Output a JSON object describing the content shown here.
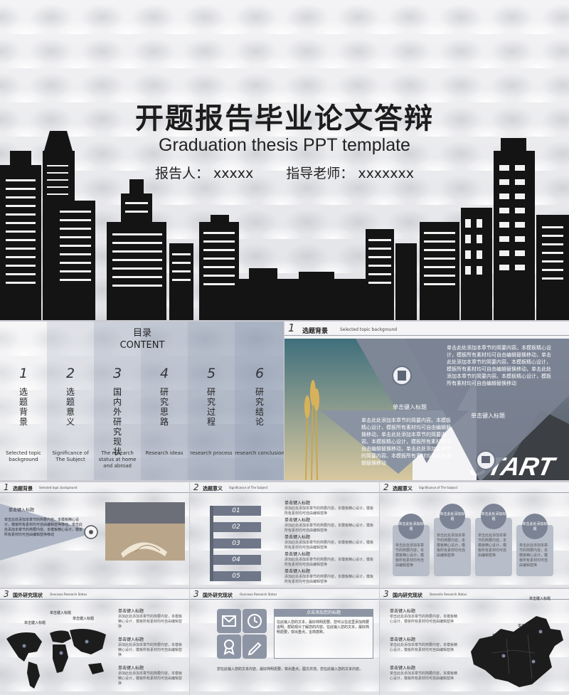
{
  "hero": {
    "title": "开题报告毕业论文答辩",
    "subtitle": "Graduation thesis PPT template",
    "reporter": "报告人： xxxxx",
    "advisor": "指导老师： xxxxxxx"
  },
  "toc": {
    "title_zh": "目录",
    "title_en": "CONTENT",
    "items": [
      {
        "num": "1",
        "zh": "选题背景",
        "en": "Selected topic background"
      },
      {
        "num": "2",
        "zh": "选题意义",
        "en": "Significance of The Subject"
      },
      {
        "num": "3",
        "zh": "国内外研究现状",
        "en": "The research status at home and abroad"
      },
      {
        "num": "4",
        "zh": "研究思路",
        "en": "Research ideas"
      },
      {
        "num": "5",
        "zh": "研究过程",
        "en": "research process"
      },
      {
        "num": "6",
        "zh": "研究结论",
        "en": "research conclusion"
      }
    ]
  },
  "bg_slide": {
    "num": "1",
    "title": "选题背景",
    "title_en": "Selected topic background",
    "text_top": "单击此处添加本章节的简要内容。本模板精心设计，模板所有素材均可自由编辑替换移动，单击此处添加本章节的简要内容。本模板精心设计，模板所有素材均可自由编辑替换移动，单击此处添加本章节的简要内容。本模板精心设计，模板所有素材均可自由编辑替换移动",
    "label_left": "单击键入标题",
    "text_left": "单击此处添加本章节的简要内容。本模板精心设计，模板所有素材均可自由编辑替换移动，单击此处添加本章节的简要内容。本模板精心设计，模板所有素材均可自由编辑替换移动，单击此处添加本章节的简要内容。本模板所有素材均可自由编辑替换移动",
    "label_right": "单击键入标题",
    "road_word": "START"
  },
  "tile_a": {
    "num": "1",
    "title": "选题背景",
    "title_en": "Selected topic background",
    "label": "单击键入标题",
    "text": "单击此处添加本章节的简要内容。本模板精心设计，模板所有素材均可自由编辑替换移动。单击此处添加本章节的简要内容。本模板精心设计，模板所有素材均可自由编辑替换移动"
  },
  "tile_b": {
    "num": "2",
    "title": "选题意义",
    "title_en": "Significance of The Subject",
    "steps": [
      "01",
      "02",
      "03",
      "04",
      "05"
    ],
    "entries": [
      {
        "h": "单击键入标题",
        "t": "添加此处添加本章节的简要内容，本模板精心设计，模板所有素材均可自由编辑替换"
      },
      {
        "h": "单击键入标题",
        "t": "添加此处添加本章节的简要内容，本模板精心设计，模板所有素材均可自由编辑替换"
      },
      {
        "h": "单击键入标题",
        "t": "添加此处添加本章节的简要内容，本模板精心设计，模板所有素材均可自由编辑替换"
      },
      {
        "h": "单击键入标题",
        "t": "添加此处添加本章节的简要内容，本模板精心设计，模板所有素材均可自由编辑替换"
      },
      {
        "h": "单击键入标题",
        "t": "添加此处添加本章节的简要内容，本模板精心设计，模板所有素材均可自由编辑替换"
      }
    ]
  },
  "tile_c": {
    "num": "2",
    "title": "选题意义",
    "title_en": "Significance of The Subject",
    "badges": [
      "单击此处添加标题",
      "单击此处添加标题",
      "单击此处添加标题",
      "单击此处添加标题"
    ],
    "cols": [
      "单击此处添加本章节的简要内容，本模板精心设计，模板所有素材均可自由编辑替换",
      "单击此处添加本章节的简要内容，本模板精心设计，模板所有素材均可自由编辑替换",
      "单击此处添加本章节的简要内容，本模板精心设计，模板所有素材均可自由编辑替换",
      "单击此处添加本章节的简要内容，本模板精心设计，模板所有素材均可自由编辑替换"
    ]
  },
  "tile_d": {
    "num": "3",
    "title": "国外研究现状",
    "title_en": "Overseas Research Status",
    "pins": [
      "单击键入标题",
      "单击键入标题",
      "单击键入标题"
    ],
    "entries": [
      {
        "h": "单击键入标题",
        "t": "添加此处添加本章节的简要内容，本模板精心设计，模板所有素材均可自由编辑替换"
      },
      {
        "h": "单击键入标题",
        "t": "添加此处添加本章节的简要内容，本模板精心设计，模板所有素材均可自由编辑替换"
      },
      {
        "h": "单击键入标题",
        "t": "添加此处添加本章节的简要内容，本模板精心设计，模板所有素材均可自由编辑替换"
      }
    ]
  },
  "tile_e": {
    "num": "3",
    "title": "国外研究现状",
    "title_en": "Overseas Research Status",
    "box_title": "点击添加您的标题",
    "box_text": "在此输入您的文本，最好简明扼要。您可以在这里添加简要说明，帮助观众了解您的内容。在此输入您的文本，最好简明扼要，突出重点，言简意赅。",
    "foot": "您在此输入您的文本内容，最好简明扼要，突出重点，图文并茂。您在此输入您的文本内容。"
  },
  "tile_f": {
    "num": "3",
    "title": "国内研究现状",
    "title_en": "Domestic Research Status",
    "pins": [
      "单击键入标题",
      "单击键入标题",
      "单击键入标题"
    ],
    "entries": [
      {
        "h": "单击键入标题",
        "t": "单击此处添加本章节的简要内容，本模板精心设计，模板所有素材均可自由编辑替换"
      },
      {
        "h": "单击键入标题",
        "t": "单击此处添加本章节的简要内容，本模板精心设计，模板所有素材均可自由编辑替换"
      },
      {
        "h": "单击键入标题",
        "t": "单击此处添加本章节的简要内容，本模板精心设计，模板所有素材均可自由编辑替换"
      }
    ]
  },
  "colors": {
    "accent": "#7b8394",
    "band": "#b7bdc9",
    "dark": "#1a1a1a",
    "sky": "#4d7a8a"
  }
}
